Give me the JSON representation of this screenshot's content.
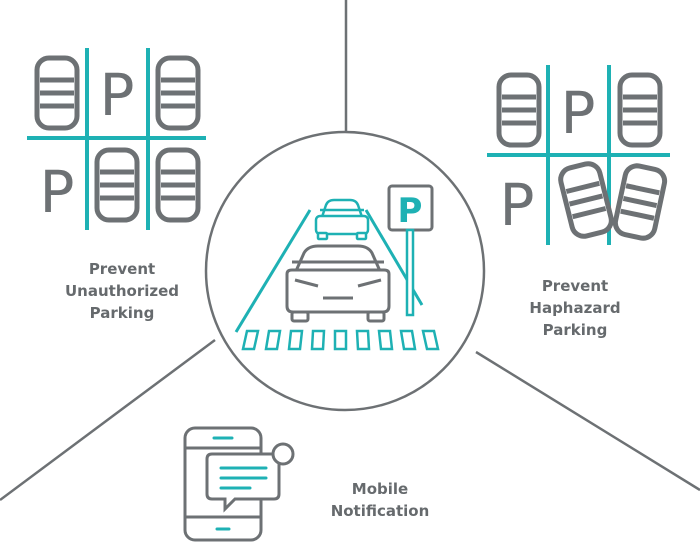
{
  "colors": {
    "gray": "#6d7174",
    "teal": "#1eb1b4",
    "text": "#666a6d",
    "divider": "#6d7174"
  },
  "panels": {
    "unauthorized": {
      "lines": [
        "Prevent",
        "Unauthorized",
        "Parking"
      ]
    },
    "haphazard": {
      "lines": [
        "Prevent",
        "Haphazard",
        "Parking"
      ]
    },
    "mobile": {
      "lines": [
        "Mobile",
        "Notification"
      ]
    }
  },
  "grid_left": {
    "letter": "P"
  },
  "grid_right": {
    "letter": "P"
  },
  "center": {
    "sign_letter": "P"
  },
  "icons": [
    "parking-grid-icon",
    "parking-lot-scene-icon",
    "car-icon",
    "parking-sign-icon",
    "crosswalk-icon",
    "phone-icon",
    "chat-bubble-icon",
    "notification-dot-icon"
  ]
}
